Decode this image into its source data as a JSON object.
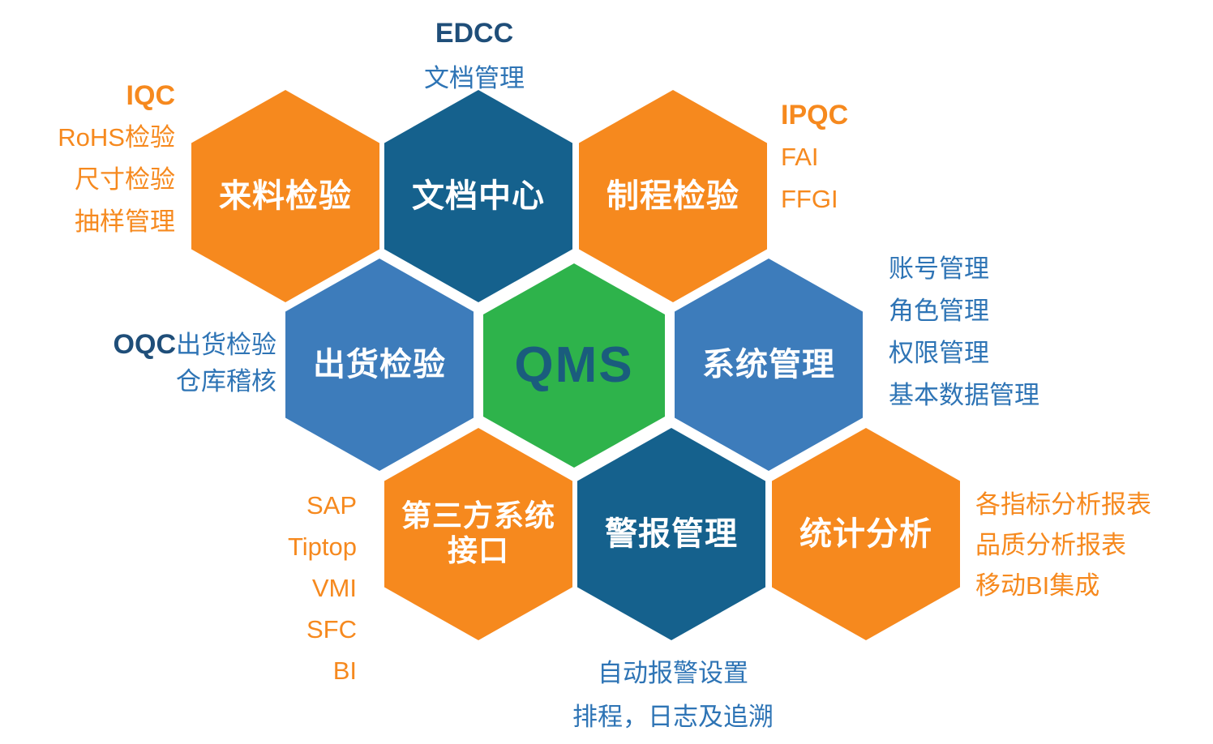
{
  "colors": {
    "orange": "#F6891E",
    "deep_teal_blue": "#15618D",
    "medium_blue": "#3D7CBB",
    "green": "#2EB34B",
    "qms_text": "#1A5C7D",
    "navy_text": "#1F4E79",
    "blue_text": "#2E74B5",
    "white_text": "#FFFFFF"
  },
  "center": {
    "label": "QMS",
    "color": "#2EB34B",
    "text_color": "#1A5C7D"
  },
  "hexes": {
    "incoming": {
      "label": "来料检验",
      "color": "#F6891E"
    },
    "document": {
      "label": "文档中心",
      "color": "#15618D"
    },
    "process": {
      "label": "制程检验",
      "color": "#F6891E"
    },
    "shipping": {
      "label": "出货检验",
      "color": "#3D7CBB"
    },
    "system": {
      "label": "系统管理",
      "color": "#3D7CBB"
    },
    "third_party": {
      "line1": "第三方系统",
      "line2": "接口",
      "color": "#F6891E"
    },
    "alarm": {
      "label": "警报管理",
      "color": "#15618D"
    },
    "statistics": {
      "label": "统计分析",
      "color": "#F6891E"
    }
  },
  "annotations": {
    "edcc": {
      "title": "EDCC",
      "items": [
        "文档管理"
      ]
    },
    "iqc": {
      "title": "IQC",
      "items": [
        "RoHS检验",
        "尺寸检验",
        "抽样管理"
      ]
    },
    "ipqc": {
      "title": "IPQC",
      "items": [
        "FAI",
        "FFGI"
      ]
    },
    "oqc": {
      "title": "OQC",
      "inline": "出货检验",
      "items": [
        "仓库稽核"
      ]
    },
    "system": {
      "items": [
        "账号管理",
        "角色管理",
        "权限管理",
        "基本数据管理"
      ]
    },
    "third_party": {
      "items": [
        "SAP",
        "Tiptop",
        "VMI",
        "SFC",
        "BI"
      ]
    },
    "alarm": {
      "items": [
        "自动报警设置",
        "排程，日志及追溯"
      ]
    },
    "statistics": {
      "items": [
        "各指标分析报表",
        "品质分析报表",
        "移动BI集成"
      ]
    }
  }
}
